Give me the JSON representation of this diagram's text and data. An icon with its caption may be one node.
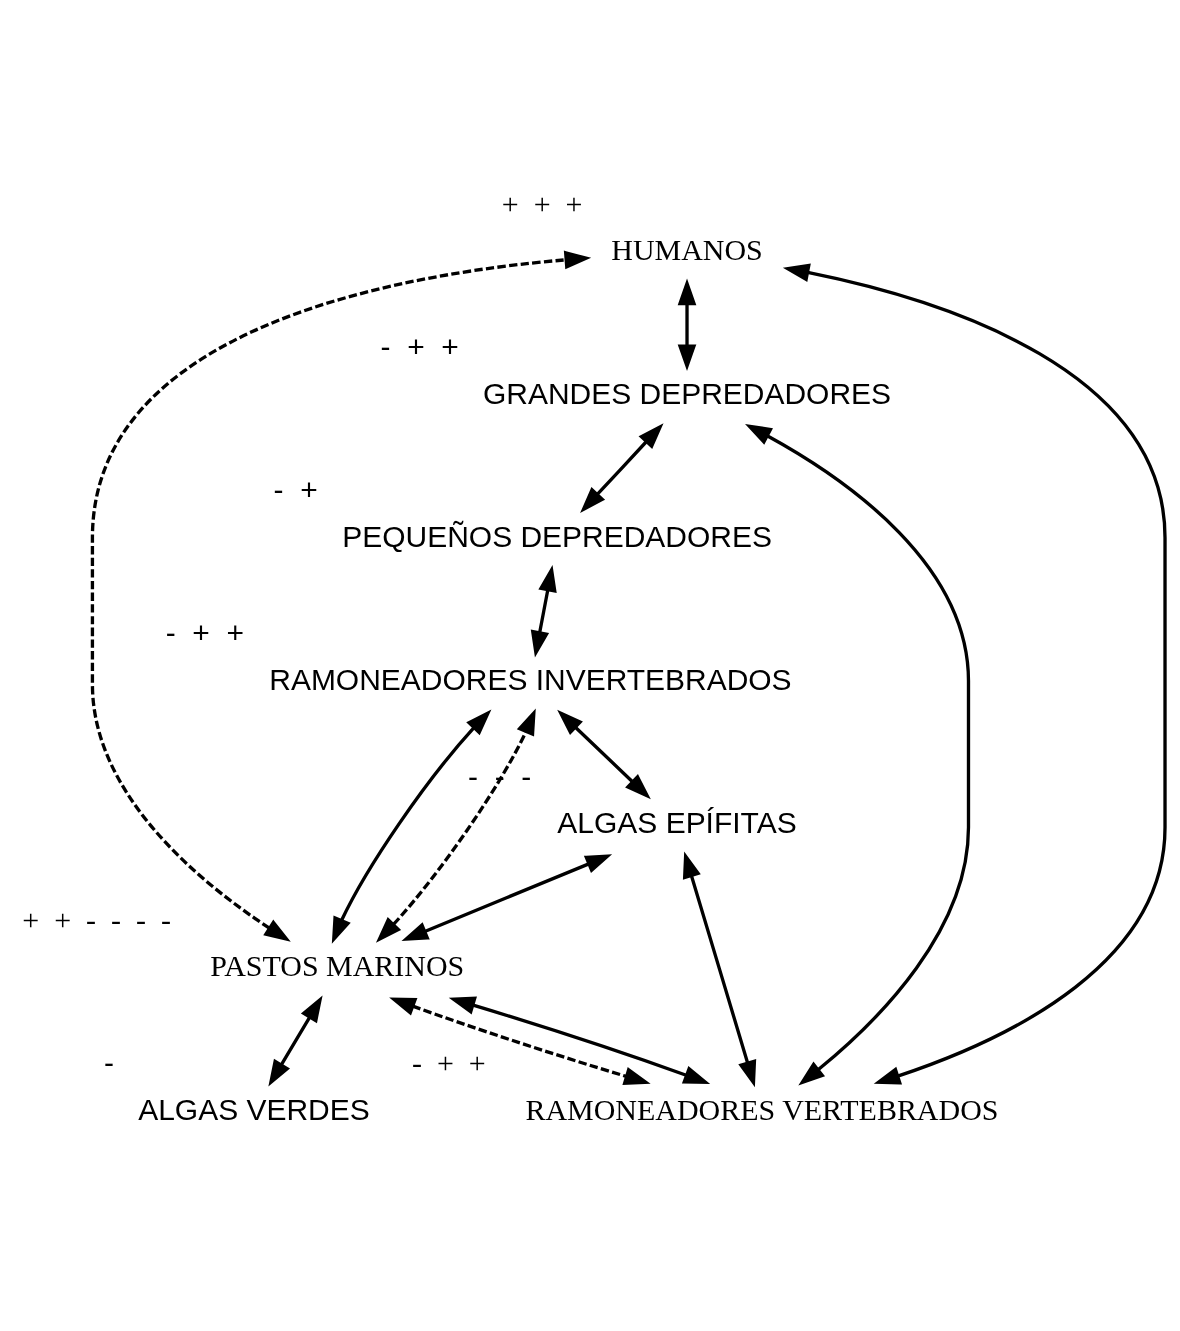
{
  "diagram": {
    "nodes": [
      {
        "text": [
          "HUMANOS"
        ],
        "beside": [
          "+",
          "+",
          "+"
        ]
      },
      {
        "text": [
          "GRANDES DEPREDADORES"
        ],
        "beside": [
          "-",
          "+",
          "+"
        ]
      },
      {
        "text": [
          "PEQUEÑOS DEPREDADORES"
        ],
        "beside": [
          "-",
          "+"
        ]
      },
      {
        "text": [
          "RAMONEADORES VERTEBRADOS"
        ],
        "beside": [
          "-",
          "+",
          "+"
        ]
      },
      {
        "text": [
          "RAMONEADORES INVERTEBRADOS"
        ],
        "beside": [
          "-",
          "+",
          "+"
        ]
      },
      {
        "text": [
          "ALGAS EPÍFITAS"
        ],
        "beside": [
          "-",
          "-",
          "-"
        ]
      },
      {
        "text": [
          "PASTOS MARINOS"
        ],
        "beside": [
          "+",
          "+",
          "-",
          "-",
          "-",
          "-"
        ]
      },
      {
        "text": [
          "ALGAS VERDES"
        ],
        "beside": [
          "-"
        ]
      }
    ],
    "edges": [
      {
        "from": 0,
        "to": 3,
        "arrow": "both"
      },
      {
        "from": 0,
        "to": 1,
        "arrow": "both"
      },
      {
        "from": 6,
        "to": 0,
        "arrow": "both",
        "style": "dashed"
      },
      {
        "from": 1,
        "to": 3,
        "arrow": "both"
      },
      {
        "from": 1,
        "to": 2,
        "arrow": "both"
      },
      {
        "from": 2,
        "to": 4,
        "arrow": "both"
      },
      {
        "from": 6,
        "to": 3,
        "arrow": "both",
        "style": "dashed"
      },
      {
        "from": 6,
        "to": 4,
        "arrow": "both",
        "style": "dashed"
      },
      {
        "from": 3,
        "to": 5,
        "arrow": "both"
      },
      {
        "from": 3,
        "to": 6,
        "arrow": "both"
      },
      {
        "from": 4,
        "to": 5,
        "arrow": "both"
      },
      {
        "from": 4,
        "to": 6,
        "arrow": "both"
      },
      {
        "from": 5,
        "to": 6,
        "arrow": "both"
      },
      {
        "from": 6,
        "to": 7,
        "arrow": "both"
      }
    ]
  }
}
